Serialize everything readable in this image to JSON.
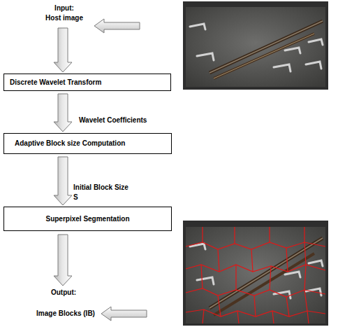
{
  "diagram": {
    "nodes": [
      {
        "text": [
          "Discrete Wavelet Transform"
        ]
      },
      {
        "text": [
          "Adaptive Block size Computation"
        ]
      },
      {
        "text": [
          "Superpixel Segmentation"
        ]
      }
    ],
    "edges": [
      {
        "from": 0,
        "to": 1,
        "arrow": "to",
        "label": "Wavelet Coefficients"
      },
      {
        "from": 1,
        "to": 2,
        "arrow": "to",
        "label": "Initial Block Size S"
      }
    ],
    "labels": [
      "Input:",
      "Host image",
      "Output:",
      "Image Blocks (IB)"
    ]
  }
}
